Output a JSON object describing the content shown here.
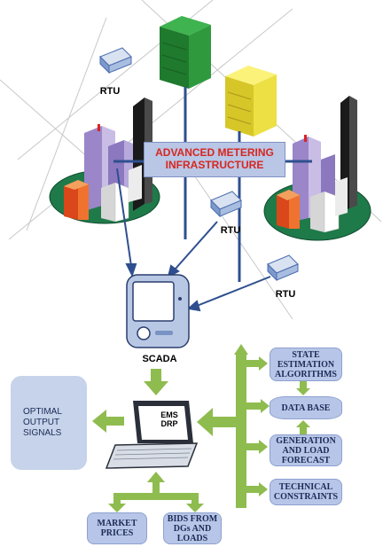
{
  "labels": {
    "rtu_1": "RTU",
    "rtu_2": "RTU",
    "rtu_3": "RTU",
    "ami_line1": "ADVANCED METERING",
    "ami_line2": "INFRASTRUCTURE",
    "scada": "SCADA",
    "ems_line1": "EMS",
    "ems_line2": "DRP"
  },
  "boxes": {
    "optimal_line1": "OPTIMAL",
    "optimal_line2": "OUTPUT",
    "optimal_line3": "SIGNALS",
    "state_line1": "STATE",
    "state_line2": "ESTIMATION",
    "state_line3": "ALGORITHMS",
    "database": "DATA BASE",
    "generation_line1": "GENERATION",
    "generation_line2": "AND LOAD",
    "generation_line3": "FORECAST",
    "technical_line1": "TECHNICAL",
    "technical_line2": "CONSTRAINTS",
    "market_line1": "MARKET",
    "market_line2": "PRICES",
    "bids_line1": "BIDS FROM",
    "bids_line2": "DGs AND",
    "bids_line3": "LOADS"
  },
  "colors": {
    "green_arrow": "#8fbc4f",
    "blue_line": "#2e4f8f",
    "ground": "#1f7a4a",
    "ami_text": "#d6271f",
    "box_fill": "#b7c6e8"
  }
}
